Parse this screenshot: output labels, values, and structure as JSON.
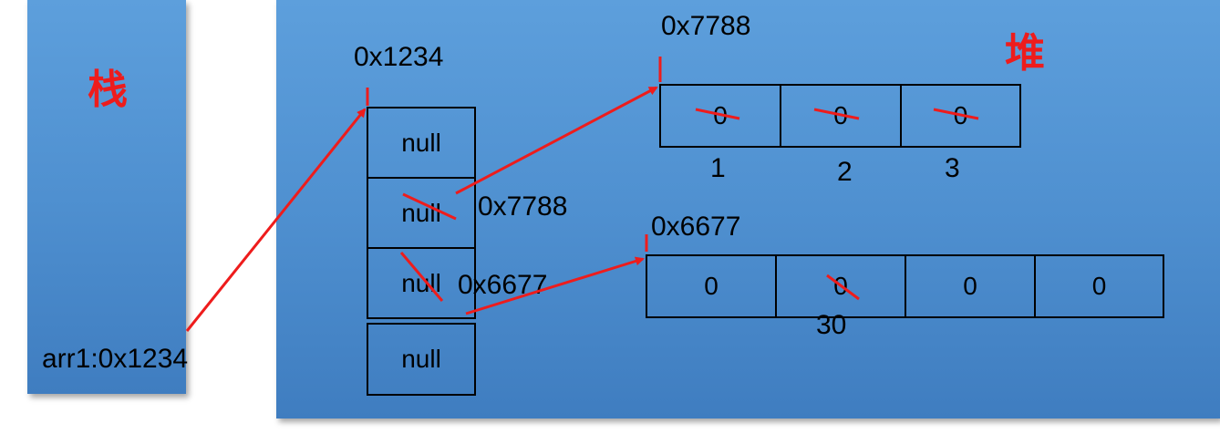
{
  "stack": {
    "title": "栈",
    "variable": "arr1:0x1234"
  },
  "heap": {
    "title": "堆"
  },
  "outer_array": {
    "address": "0x1234",
    "cells": [
      "null",
      "null",
      "null",
      "null"
    ],
    "cell1_new": "0x7788",
    "cell2_new": "0x6677"
  },
  "array_a": {
    "address": "0x7788",
    "cells": [
      "0",
      "0",
      "0"
    ],
    "new_values": [
      "1",
      "2",
      "3"
    ]
  },
  "array_b": {
    "address": "0x6677",
    "cells": [
      "0",
      "0",
      "0",
      "0"
    ],
    "new_value": "30"
  },
  "colors": {
    "panel": "#4f90d0",
    "accent": "#ee1c1c",
    "border": "#000000"
  }
}
